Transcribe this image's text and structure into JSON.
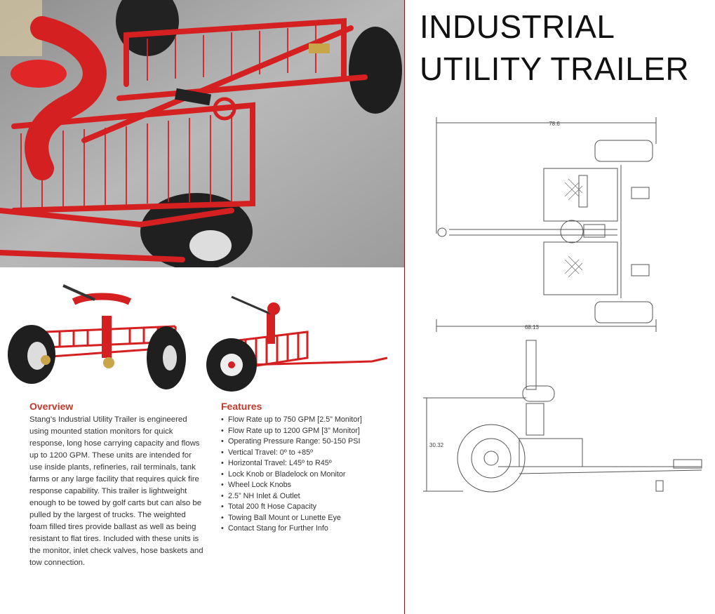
{
  "title": {
    "line1": "INDUSTRIAL",
    "line2": "UTILITY TRAILER"
  },
  "overview": {
    "heading": "Overview",
    "body": "Stang’s Industrial Utility Trailer is engineered using mounted station monitors for quick response, long hose carrying capacity and flows up to 1200 GPM.  These units are intended for use inside plants, refineries, rail terminals, tank farms or any large facility that requires quick fire response capability.  This trailer is lightweight enough to be towed by golf carts but can also be pulled by the largest of trucks.  The weighted foam filled tires provide ballast as well as being resistant to flat tires.  Included with these units is the monitor, inlet check valves, hose baskets and tow connection."
  },
  "features": {
    "heading": "Features",
    "items": [
      "Flow Rate up to 750 GPM [2.5” Monitor]",
      "Flow Rate up to 1200 GPM [3” Monitor]",
      "Operating Pressure Range: 50-150 PSI",
      "Vertical Travel: 0º to +85º",
      "Horizontal Travel: L45º to R45º",
      "Lock Knob or Bladelock on Monitor",
      "Wheel Lock Knobs",
      "2.5” NH Inlet & Outlet",
      "Total 200 ft Hose Capacity",
      "Towing Ball Mount or Lunette Eye",
      "Contact Stang for Further Info"
    ]
  },
  "drawing": {
    "width_label": "78.6",
    "track_label": "68.13",
    "height_label": "30.32"
  },
  "colors": {
    "accent": "#c0392b",
    "trailer_red": "#d42020",
    "divider": "#8b1a1a"
  }
}
